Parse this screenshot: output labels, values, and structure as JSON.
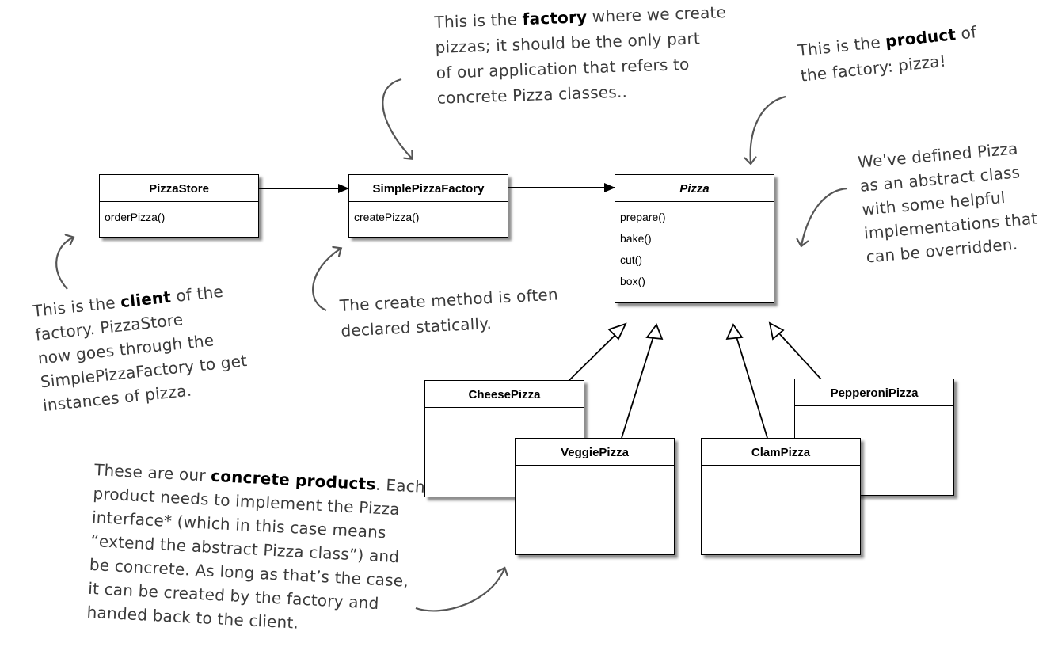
{
  "classes": {
    "pizza_store": {
      "name": "PizzaStore",
      "methods": [
        "orderPizza()"
      ]
    },
    "simple_pizza_factory": {
      "name": "SimplePizzaFactory",
      "methods": [
        "createPizza()"
      ]
    },
    "pizza": {
      "name": "Pizza",
      "methods": [
        "prepare()",
        "bake()",
        "cut()",
        "box()"
      ]
    },
    "cheese_pizza": {
      "name": "CheesePizza"
    },
    "veggie_pizza": {
      "name": "VeggiePizza"
    },
    "clam_pizza": {
      "name": "ClamPizza"
    },
    "pepperoni_pizza": {
      "name": "PepperoniPizza"
    }
  },
  "notes": {
    "factory": {
      "l1_pre": "This is the ",
      "l1_bold": "factory",
      "l1_post": " where we create",
      "l2": "pizzas; it should be the only part",
      "l3": "of our application that refers to",
      "l4": "concrete Pizza classes.."
    },
    "product": {
      "l1_pre": "This is the ",
      "l1_bold": "product",
      "l1_post": " of",
      "l2": "the factory: pizza!"
    },
    "abstract": {
      "l1": "We've defined Pizza",
      "l2": "as an abstract class",
      "l3": "with some helpful",
      "l4": "implementations that",
      "l5": "can be overridden."
    },
    "client": {
      "l1_pre": "This is the ",
      "l1_bold": "client",
      "l1_post": " of the",
      "l2": "factory. PizzaStore",
      "l3": "now goes through the",
      "l4": "SimplePizzaFactory to get",
      "l5": "instances of pizza."
    },
    "static": {
      "l1": "The create method is often",
      "l2": "declared statically."
    },
    "concrete": {
      "l1_pre": "These are our ",
      "l1_bold": "concrete products",
      "l1_post": ".  Each",
      "l2": "product needs to implement the Pizza",
      "l3": "interface* (which in this case means",
      "l4": "“extend the abstract Pizza class”) and",
      "l5": "be concrete.  As long as that’s the case,",
      "l6": "it can be created by the factory and",
      "l7": "handed back to the client."
    }
  }
}
